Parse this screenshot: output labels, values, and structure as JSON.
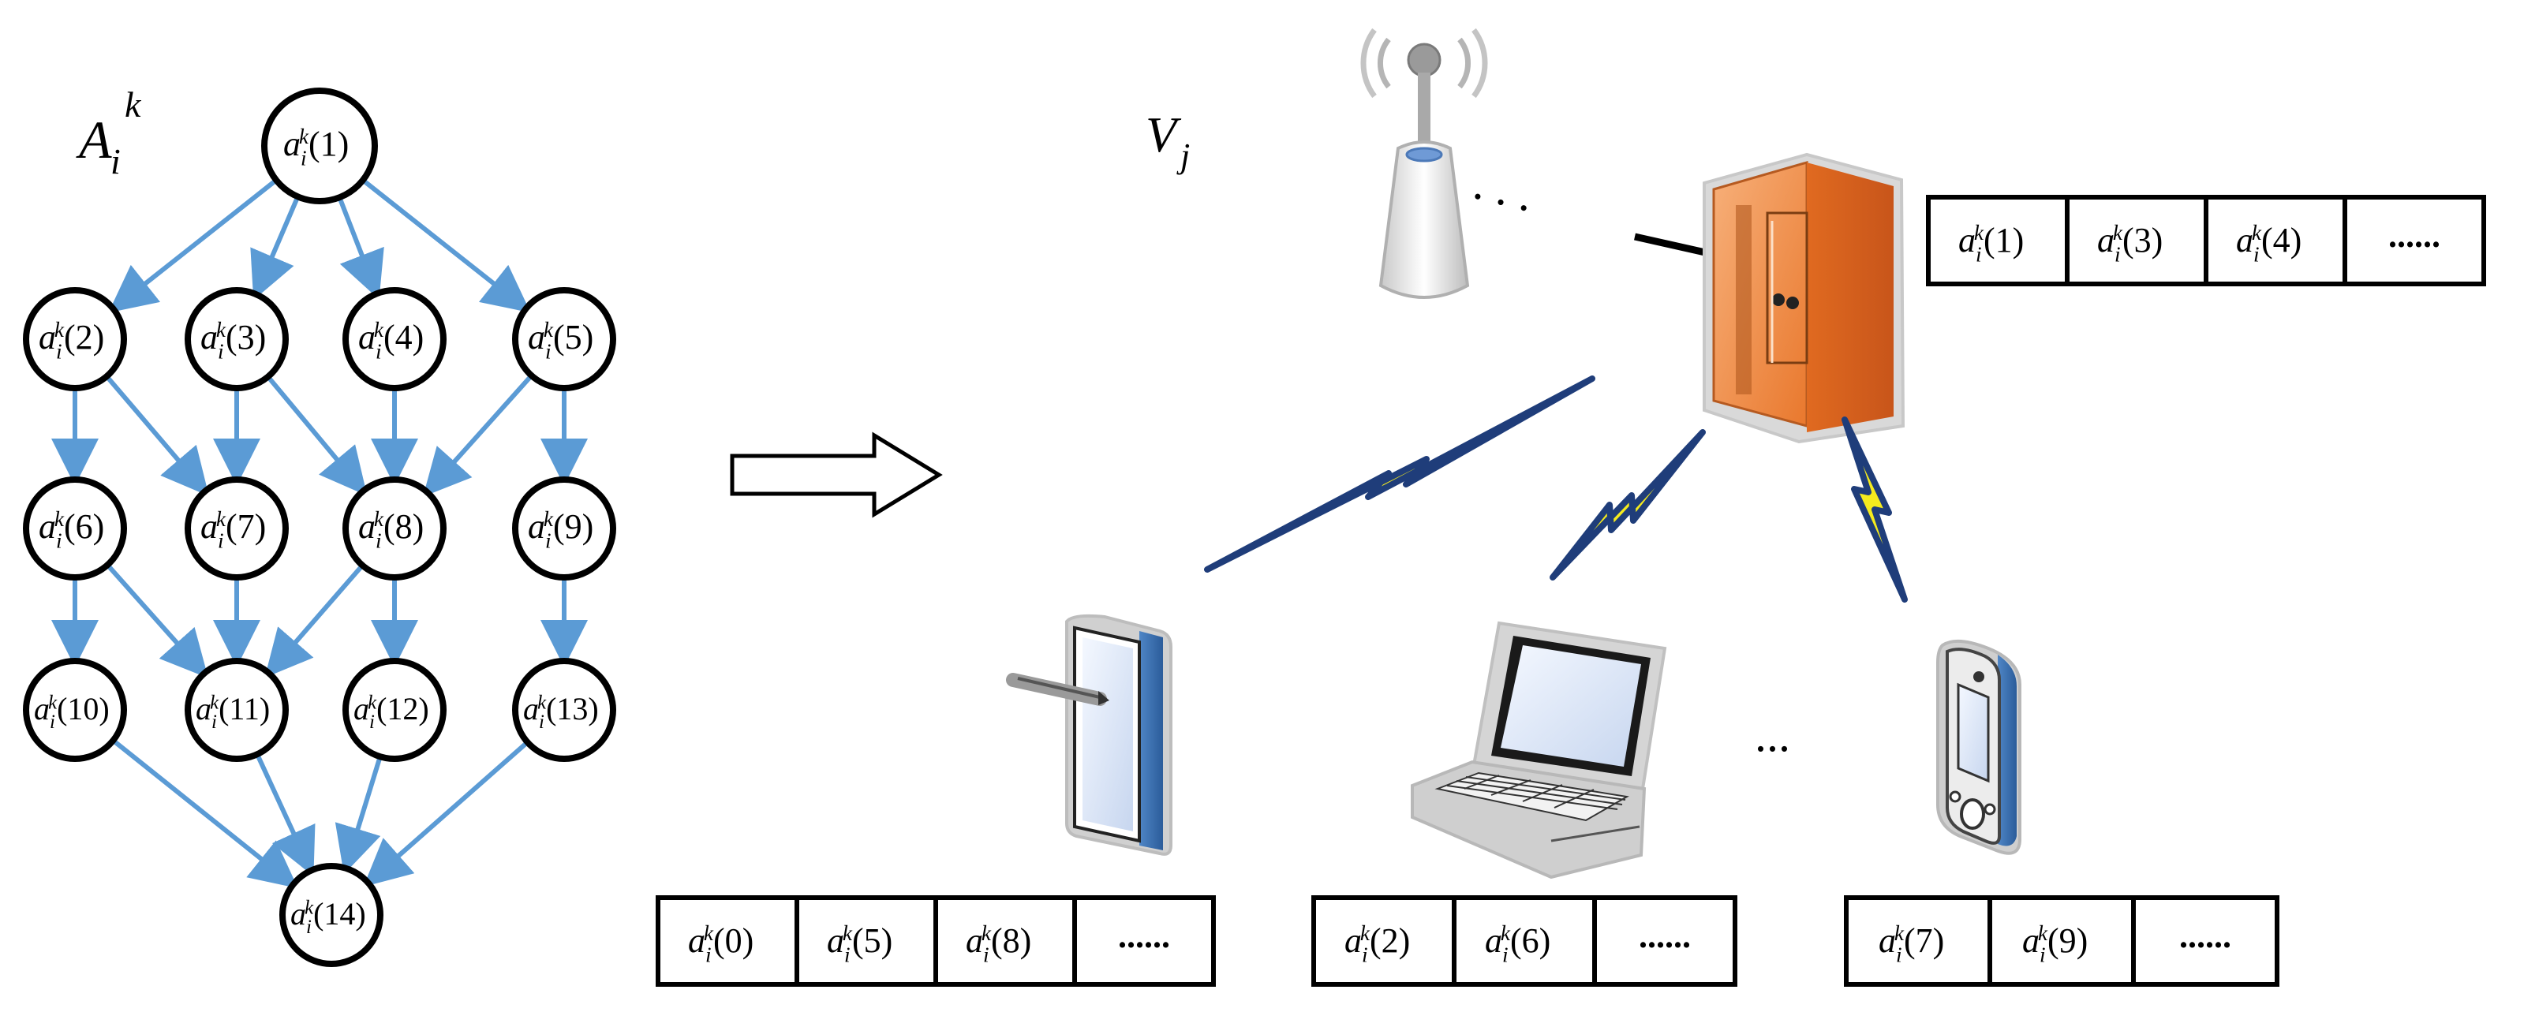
{
  "colors": {
    "edge": "#5B9BD5",
    "lightning_stroke": "#1F3D7A",
    "lightning_fill": "#F5EB1E",
    "server_orange": "#F08A3C",
    "screen_blue": "#D6E2F5",
    "outline": "#000000"
  },
  "dag": {
    "label_base": "A",
    "label_sub": "i",
    "label_sup": "k",
    "node_base": "a",
    "node_sub": "i",
    "node_sup": "k",
    "nodes": [
      {
        "id": 1,
        "text": "(1)"
      },
      {
        "id": 2,
        "text": "(2)"
      },
      {
        "id": 3,
        "text": "(3)"
      },
      {
        "id": 4,
        "text": "(4)"
      },
      {
        "id": 5,
        "text": "(5)"
      },
      {
        "id": 6,
        "text": "(6)"
      },
      {
        "id": 7,
        "text": "(7)"
      },
      {
        "id": 8,
        "text": "(8)"
      },
      {
        "id": 9,
        "text": "(9)"
      },
      {
        "id": 10,
        "text": "(10)"
      },
      {
        "id": 11,
        "text": "(11)"
      },
      {
        "id": 12,
        "text": "(12)"
      },
      {
        "id": 13,
        "text": "(13)"
      },
      {
        "id": 14,
        "text": "(14)"
      }
    ],
    "edges": [
      [
        1,
        2
      ],
      [
        1,
        3
      ],
      [
        1,
        4
      ],
      [
        1,
        5
      ],
      [
        2,
        6
      ],
      [
        2,
        7
      ],
      [
        3,
        7
      ],
      [
        3,
        8
      ],
      [
        4,
        8
      ],
      [
        5,
        8
      ],
      [
        5,
        9
      ],
      [
        6,
        10
      ],
      [
        6,
        11
      ],
      [
        7,
        11
      ],
      [
        8,
        11
      ],
      [
        8,
        12
      ],
      [
        9,
        13
      ],
      [
        10,
        14
      ],
      [
        11,
        14
      ],
      [
        12,
        14
      ],
      [
        13,
        14
      ]
    ]
  },
  "network": {
    "label_base": "V",
    "label_sub": "j",
    "dots": ". . .",
    "ellipsis": "...",
    "server_queue": [
      "(1)",
      "(3)",
      "(4)",
      "......"
    ],
    "tablet_queue": [
      "(0)",
      "(5)",
      "(8)",
      "......"
    ],
    "laptop_queue": [
      "(2)",
      "(6)",
      "......"
    ],
    "phone_queue": [
      "(7)",
      "(9)",
      "......"
    ]
  }
}
